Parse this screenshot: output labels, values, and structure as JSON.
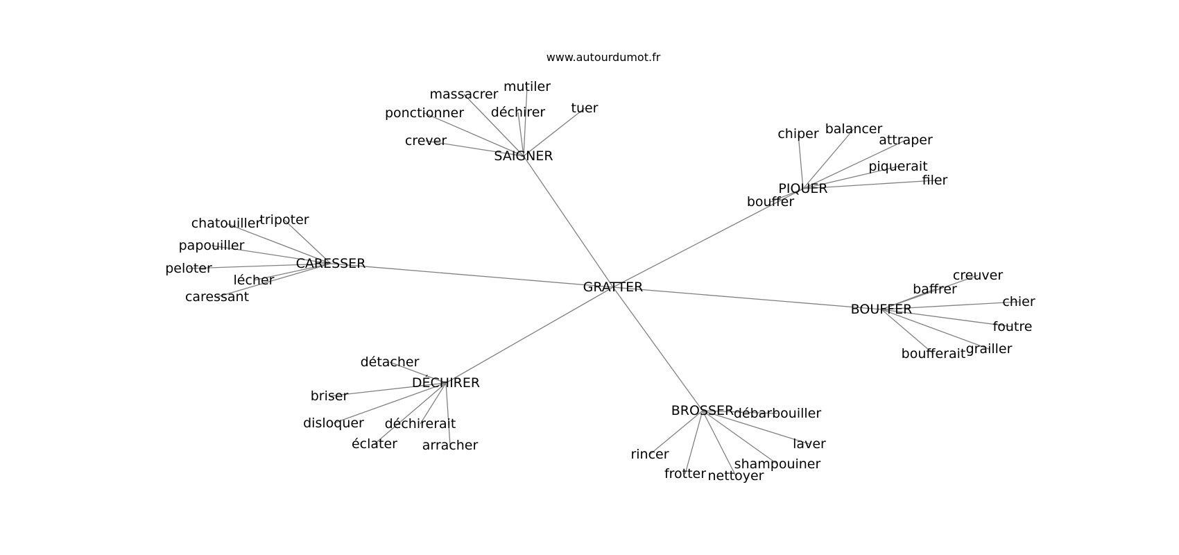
{
  "source": "www.autourdumot.fr",
  "graph": {
    "center": "GRATTER",
    "hubs": [
      {
        "key": "saigner",
        "label": "SAIGNER",
        "leaves": [
          {
            "key": "massacrer",
            "label": "massacrer"
          },
          {
            "key": "mutiler",
            "label": "mutiler"
          },
          {
            "key": "ponctionner",
            "label": "ponctionner"
          },
          {
            "key": "dechirer",
            "label": "déchirer"
          },
          {
            "key": "tuer",
            "label": "tuer"
          },
          {
            "key": "crever",
            "label": "crever"
          }
        ]
      },
      {
        "key": "piquer",
        "label": "PIQUER",
        "leaves": [
          {
            "key": "chiper",
            "label": "chiper"
          },
          {
            "key": "balancer",
            "label": "balancer"
          },
          {
            "key": "attraper",
            "label": "attraper"
          },
          {
            "key": "piquerait",
            "label": "piquerait"
          },
          {
            "key": "filer",
            "label": "filer"
          },
          {
            "key": "bouffer",
            "label": "bouffer"
          }
        ]
      },
      {
        "key": "caresser",
        "label": "CARESSER",
        "leaves": [
          {
            "key": "chatouiller",
            "label": "chatouiller"
          },
          {
            "key": "tripoter",
            "label": "tripoter"
          },
          {
            "key": "papouiller",
            "label": "papouiller"
          },
          {
            "key": "peloter",
            "label": "peloter"
          },
          {
            "key": "lecher",
            "label": "lécher"
          },
          {
            "key": "caressant",
            "label": "caressant"
          }
        ]
      },
      {
        "key": "bouffer",
        "label": "BOUFFER",
        "leaves": [
          {
            "key": "creuver",
            "label": "creuver"
          },
          {
            "key": "baffrer",
            "label": "baffrer"
          },
          {
            "key": "chier",
            "label": "chier"
          },
          {
            "key": "foutre",
            "label": "foutre"
          },
          {
            "key": "grailler",
            "label": "grailler"
          },
          {
            "key": "boufferait",
            "label": "boufferait"
          }
        ]
      },
      {
        "key": "dechirer",
        "label": "DÉCHIRER",
        "leaves": [
          {
            "key": "detacher",
            "label": "détacher"
          },
          {
            "key": "briser",
            "label": "briser"
          },
          {
            "key": "disloquer",
            "label": "disloquer"
          },
          {
            "key": "dechirerait",
            "label": "déchirerait"
          },
          {
            "key": "eclater",
            "label": "éclater"
          },
          {
            "key": "arracher",
            "label": "arracher"
          }
        ]
      },
      {
        "key": "brosser",
        "label": "BROSSER",
        "leaves": [
          {
            "key": "debarbouiller",
            "label": "débarbouiller"
          },
          {
            "key": "laver",
            "label": "laver"
          },
          {
            "key": "shampouiner",
            "label": "shampouiner"
          },
          {
            "key": "rincer",
            "label": "rincer"
          },
          {
            "key": "frotter",
            "label": "frotter"
          },
          {
            "key": "nettoyer",
            "label": "nettoyer"
          }
        ]
      }
    ]
  }
}
